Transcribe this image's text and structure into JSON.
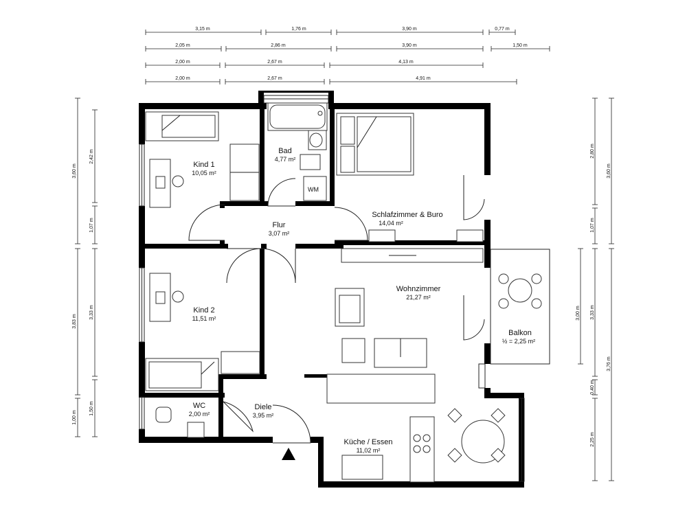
{
  "rooms": {
    "kind1": {
      "name": "Kind 1",
      "area": "10,05 m²"
    },
    "bad": {
      "name": "Bad",
      "area": "4,77 m²"
    },
    "schlaf": {
      "name": "Schlafzimmer & Buro",
      "area": "14,04 m²"
    },
    "flur": {
      "name": "Flur",
      "area": "3,07 m²"
    },
    "kind2": {
      "name": "Kind 2",
      "area": "11,51 m²"
    },
    "wohn": {
      "name": "Wohnzimmer",
      "area": "21,27 m²"
    },
    "balkon": {
      "name": "Balkon",
      "area": "½ = 2,25 m²"
    },
    "wc": {
      "name": "WC",
      "area": "2,00 m²"
    },
    "diele": {
      "name": "Diele",
      "area": "3,95 m²"
    },
    "kueche": {
      "name": "Küche / Essen",
      "area": "11,02 m²"
    },
    "wm": {
      "name": "WM"
    }
  },
  "dimensions": {
    "top": [
      [
        "3,15 m",
        "1,76 m",
        "3,90 m",
        "0,77 m"
      ],
      [
        "2,05 m",
        "2,86 m",
        "3,90 m",
        "1,50 m"
      ],
      [
        "2,00 m",
        "2,67 m",
        "4,13 m"
      ],
      [
        "2,00 m",
        "2,67 m",
        "4,91 m"
      ]
    ],
    "left_outer": [
      "3,60 m",
      "3,83 m",
      "1,00 m"
    ],
    "left_inner": [
      "2,42 m",
      "1,07 m",
      "3,33 m",
      "1,50 m"
    ],
    "right_inner": [
      "2,80 m",
      "1,07 m",
      "3,00 m",
      "3,33 m",
      "0,40 m",
      "2,25 m"
    ],
    "right_outer": [
      "3,60 m",
      "3,76 m"
    ]
  }
}
